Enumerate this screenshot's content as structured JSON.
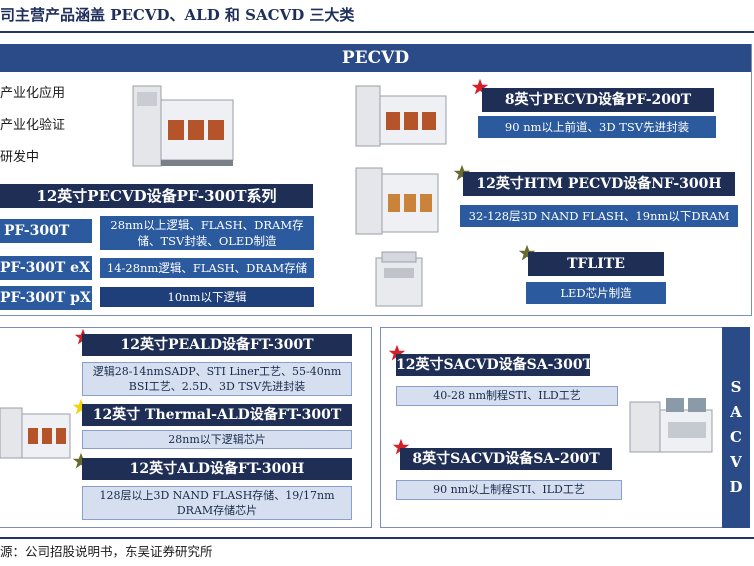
{
  "page_title": "司主营产品涵盖 PECVD、ALD 和 SACVD 三大类",
  "pecvd": {
    "header": "PECVD",
    "legend": [
      "产业化应用",
      "产业化验证",
      "研发中"
    ],
    "series_title": "12英寸PECVD设备PF-300T系列",
    "models": [
      {
        "name": "PF-300T",
        "desc": "28nm以上逻辑、FLASH、DRAM存储、TSV封装、OLED制造"
      },
      {
        "name": "PF-300T eX",
        "desc": "14-28nm逻辑、FLASH、DRAM存储"
      },
      {
        "name": "PF-300T pX",
        "desc": "10nm以下逻辑"
      }
    ],
    "right_items": [
      {
        "title": "8英寸PECVD设备PF-200T",
        "desc": "90 nm以上前道、3D TSV先进封装"
      },
      {
        "title": "12英寸HTM PECVD设备NF-300H",
        "desc": "32-128层3D NAND FLASH、19nm以下DRAM"
      },
      {
        "title": "TFLITE",
        "desc": "LED芯片制造"
      }
    ]
  },
  "ald": {
    "items": [
      {
        "title": "12英寸PEALD设备FT-300T",
        "desc": "逻辑28-14nmSADP、STI Liner工艺、55-40nm BSI工艺、2.5D、3D TSV先进封装"
      },
      {
        "title": "12英寸 Thermal-ALD设备FT-300T",
        "desc": "28nm以下逻辑芯片"
      },
      {
        "title": "12英寸ALD设备FT-300H",
        "desc": "128层以上3D NAND FLASH存储、19/17nm DRAM存储芯片"
      }
    ]
  },
  "sacvd": {
    "side_label": [
      "S",
      "A",
      "C",
      "V",
      "D"
    ],
    "items": [
      {
        "title": "12英寸SACVD设备SA-300T",
        "desc": "40-28 nm制程STI、ILD工艺"
      },
      {
        "title": "8英寸SACVD设备SA-200T",
        "desc": "90 nm以上制程STI、ILD工艺"
      }
    ]
  },
  "source": "源：公司招股说明书，东吴证券研究所",
  "colors": {
    "navy": "#1f2e55",
    "blue": "#2b5a9e",
    "light": "#d5dff0",
    "star_red": "#d42027",
    "star_yellow": "#f2d30f",
    "star_olive": "#6b6a2e"
  }
}
